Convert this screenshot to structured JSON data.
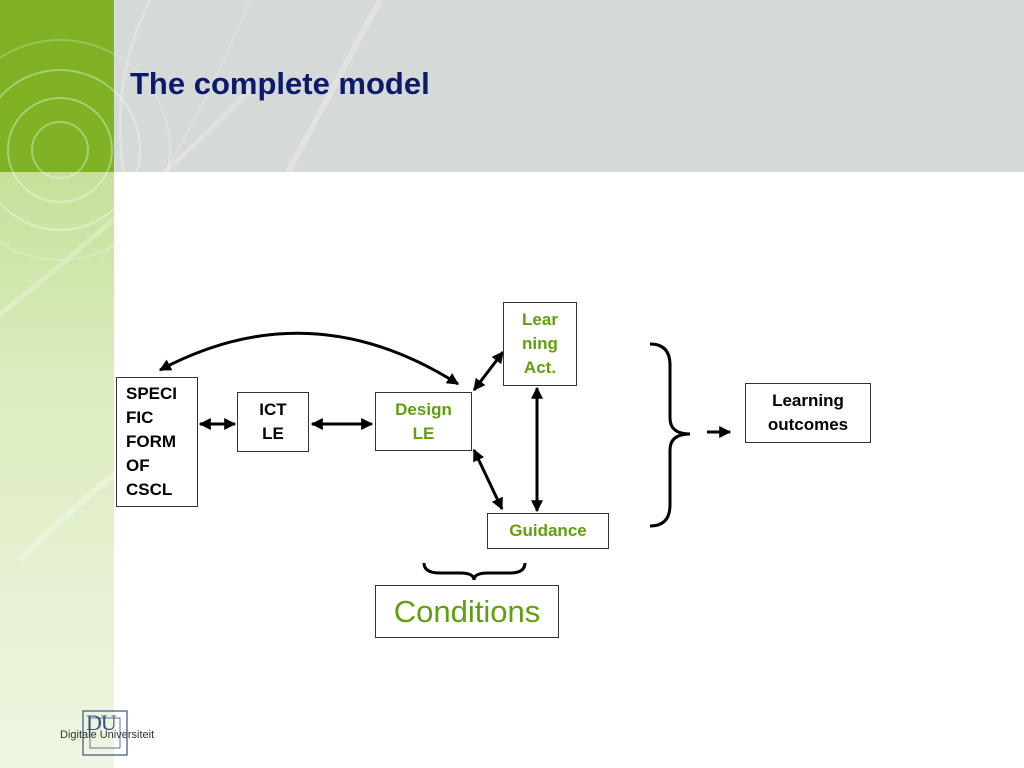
{
  "slide": {
    "title": "The complete model"
  },
  "diagram": {
    "boxes": {
      "specific_form": {
        "lines": [
          "SPECI",
          "FIC",
          "FORM",
          "OF",
          "CSCL"
        ]
      },
      "ict_le": {
        "lines": [
          "ICT",
          "LE"
        ]
      },
      "design_le": {
        "lines": [
          "Design",
          "LE"
        ]
      },
      "learning_act": {
        "lines": [
          "Lear",
          "ning",
          "Act."
        ]
      },
      "guidance": {
        "label": "Guidance"
      },
      "learning_outcomes": {
        "lines": [
          "Learning",
          "outcomes"
        ]
      },
      "conditions": {
        "label": "Conditions"
      }
    }
  },
  "logo": {
    "mark": "DU",
    "name": "Digitale Universiteit"
  },
  "colors": {
    "accent_green": "#7fb224",
    "label_green": "#5fa00f",
    "title_navy": "#0b1a6b",
    "header_gray": "#d5d9d7"
  }
}
